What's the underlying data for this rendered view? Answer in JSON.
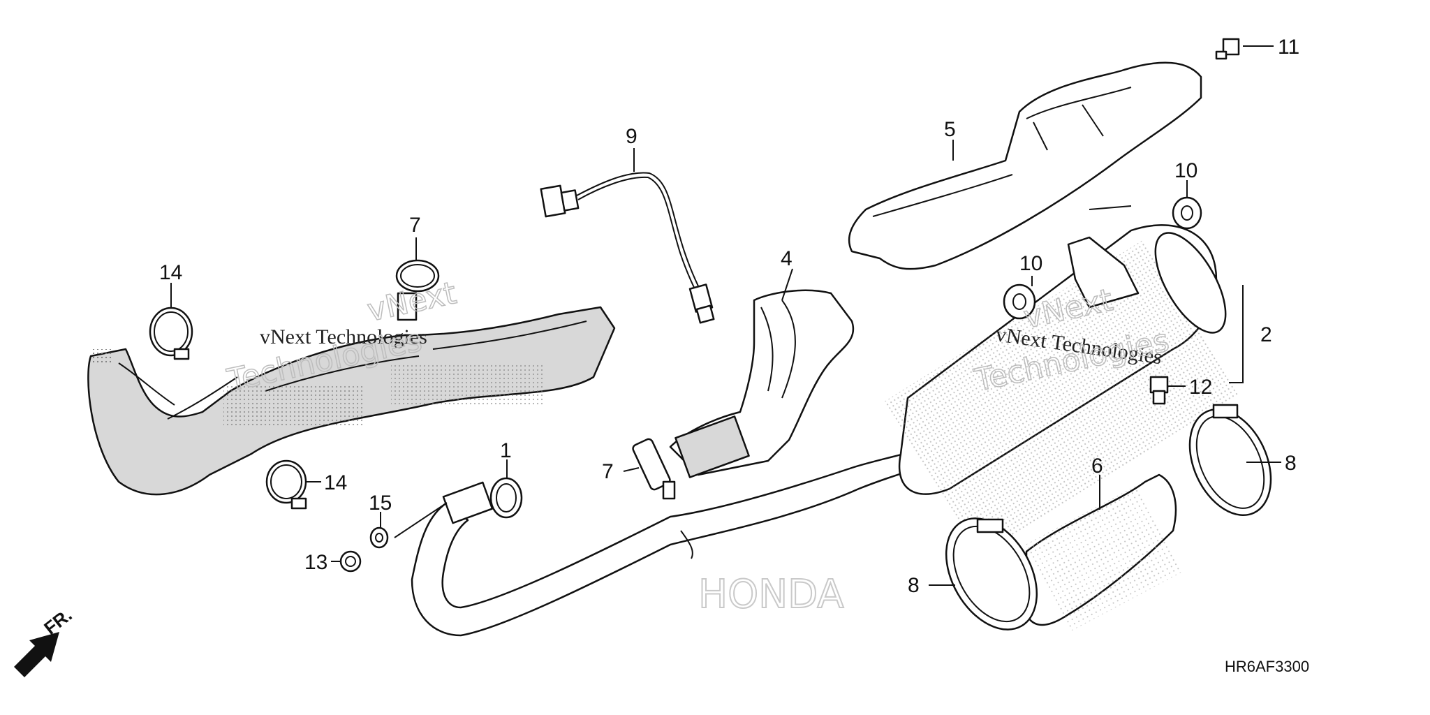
{
  "diagram_code": "HR6AF3300",
  "direction_label": "FR.",
  "watermarks": {
    "text_a": "vNext Technologies",
    "text_b": "vNext",
    "text_c": "Technologies",
    "brand": "HONDA"
  },
  "callouts": [
    {
      "id": "c1",
      "label": "1"
    },
    {
      "id": "c2",
      "label": "2"
    },
    {
      "id": "c4",
      "label": "4"
    },
    {
      "id": "c5",
      "label": "5"
    },
    {
      "id": "c6",
      "label": "6"
    },
    {
      "id": "c7a",
      "label": "7"
    },
    {
      "id": "c7b",
      "label": "7"
    },
    {
      "id": "c8a",
      "label": "8"
    },
    {
      "id": "c8b",
      "label": "8"
    },
    {
      "id": "c9",
      "label": "9"
    },
    {
      "id": "c10a",
      "label": "10"
    },
    {
      "id": "c10b",
      "label": "10"
    },
    {
      "id": "c11",
      "label": "11"
    },
    {
      "id": "c12",
      "label": "12"
    },
    {
      "id": "c13",
      "label": "13"
    },
    {
      "id": "c14a",
      "label": "14"
    },
    {
      "id": "c14b",
      "label": "14"
    },
    {
      "id": "c15",
      "label": "15"
    }
  ]
}
